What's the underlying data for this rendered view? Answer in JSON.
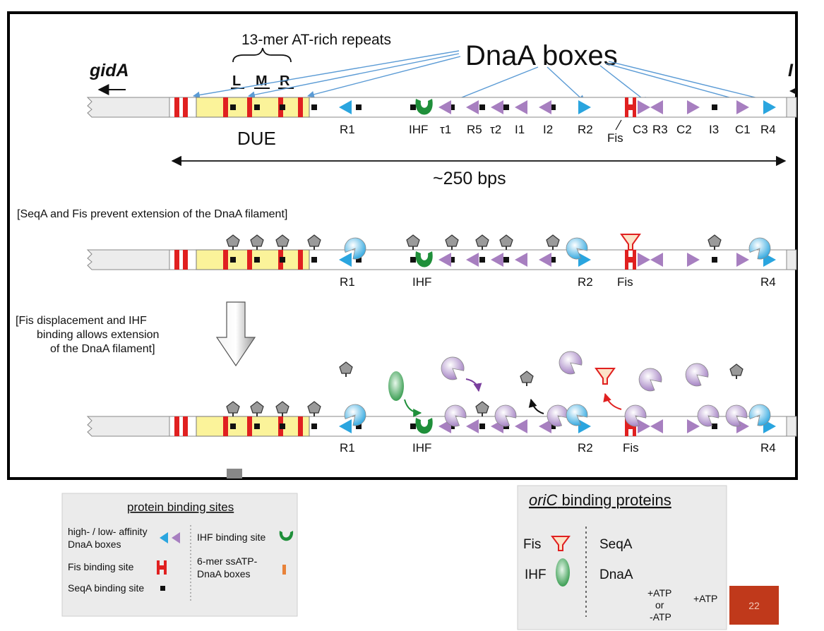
{
  "title_callout": "DnaA boxes",
  "gene_label": "gidA",
  "repeats": {
    "title": "13-mer AT-rich repeats",
    "letters": [
      "L",
      "M",
      "R"
    ],
    "region_label": "DUE"
  },
  "length_label": "~250 bps",
  "row1_site_labels": [
    "R1",
    "IHF",
    "τ1",
    "R5",
    "τ2",
    "I1",
    "I2",
    "R2",
    "C3",
    "R3",
    "C2",
    "I3",
    "C1",
    "R4"
  ],
  "fis_label": "Fis",
  "seqa_caption": "[SeqA and Fis prevent extension of the DnaA filament]",
  "row2_labels": [
    "R1",
    "IHF",
    "R2",
    "Fis",
    "R4"
  ],
  "fis_caption_lines": [
    "[Fis displacement and IHF",
    "binding allows extension",
    "of the DnaA filament]"
  ],
  "row3_labels": [
    "R1",
    "IHF",
    "R2",
    "Fis",
    "R4"
  ],
  "legend_sites": {
    "title": "protein binding sites",
    "dnaa_boxes_lines": [
      "high- / low- affinity",
      "DnaA boxes"
    ],
    "fis_site": "Fis binding site",
    "seqa_site": "SeqA binding site",
    "ihf_site": "IHF binding site",
    "ssatp_lines": [
      "6-mer ssATP-",
      "DnaA boxes"
    ]
  },
  "legend_proteins": {
    "title_italic": "oriC",
    "title_rest": " binding proteins",
    "fis": "Fis",
    "ihf": "IHF",
    "seqa": "SeqA",
    "dnaa": "DnaA",
    "atp_either_lines": [
      "+ATP",
      "or",
      "-ATP"
    ],
    "atp_only": "+ATP"
  },
  "page_number": "22",
  "colors": {
    "high_affinity": "#2aa5df",
    "low_affinity": "#a77fc0",
    "fis_red": "#e02020",
    "ihf_green": "#1f8f3a",
    "due_yellow": "#fbf39a",
    "callout_blue": "#5b9bd5",
    "dnaa_callout_red": "#e81010",
    "page_badge": "#c0391b"
  }
}
